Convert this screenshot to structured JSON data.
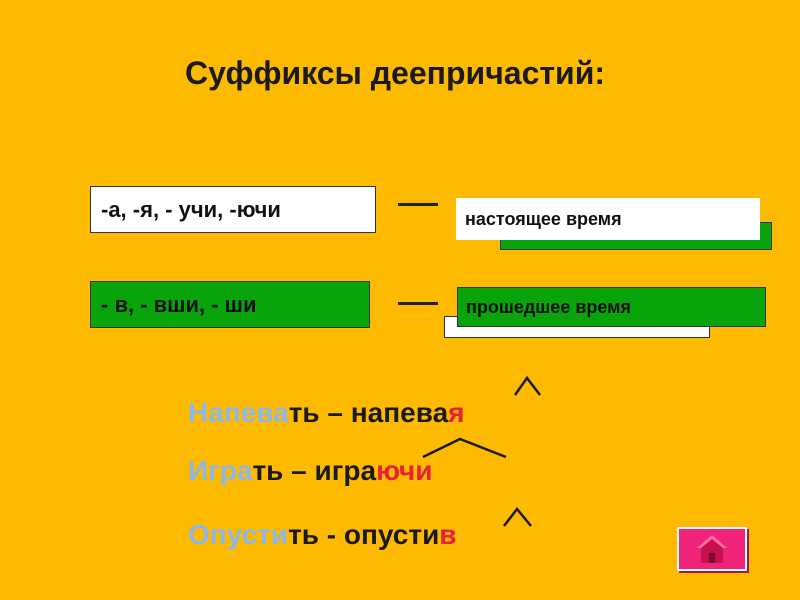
{
  "title": "Суффиксы деепричастий:",
  "rows": [
    {
      "suffixes": "-а, -я, - учи, -ючи",
      "tense": "настоящее время"
    },
    {
      "suffixes": "- в, - вши, - ши",
      "tense": "прошедшее время"
    }
  ],
  "examples": [
    {
      "inf_stem": "Напева",
      "inf_end": "ть – ",
      "part_base": "напева",
      "part_suffix": "я"
    },
    {
      "inf_stem": "Игра",
      "inf_end": "ть – ",
      "part_base": "игра",
      "part_suffix": "ючи"
    },
    {
      "inf_stem": "Опусти",
      "inf_end": "ть - ",
      "part_base": "опусти",
      "part_suffix": "в"
    }
  ],
  "colors": {
    "background": "#FDBA00",
    "green": "#09A30B",
    "stem": "#8BB8E8",
    "suffix": "#E8203A",
    "home_button": "#F0257A"
  },
  "icons": {
    "home": "home-icon"
  }
}
